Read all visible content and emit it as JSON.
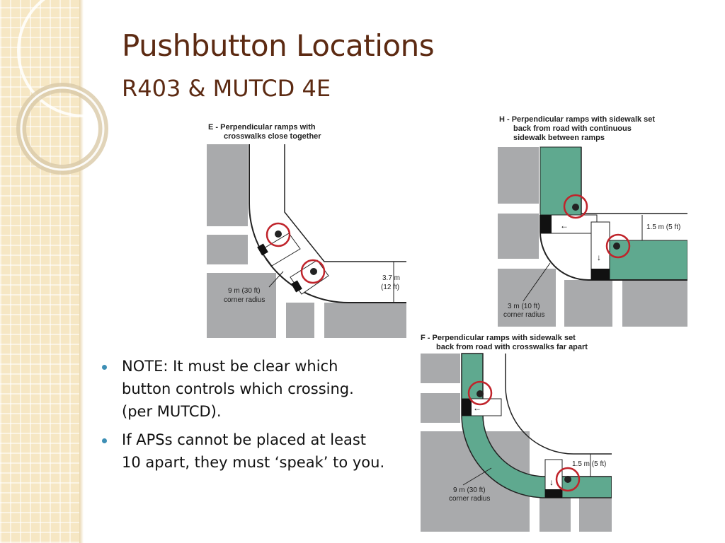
{
  "slide": {
    "title": "Pushbutton Locations",
    "subtitle": "R403 & MUTCD 4E"
  },
  "notes": [
    "NOTE:  It must be clear which button controls which crossing.  (per MUTCD).",
    "If APSs cannot be placed at least 10 apart, they must ‘speak’ to you."
  ],
  "diagrams": {
    "e": {
      "caption_line1": "E -  Perpendicular ramps with",
      "caption_line2": "crosswalks close together",
      "radius_line1": "9 m (30 ft)",
      "radius_line2": "corner radius",
      "width_line1": "3.7 m",
      "width_line2": "(12 ft)"
    },
    "h": {
      "caption_line1": "H -  Perpendicular ramps with sidewalk set",
      "caption_line2": "back from road with continuous",
      "caption_line3": "sidewalk between ramps",
      "offset_label": "1.5 m (5 ft)",
      "radius_line1": "3 m (10 ft)",
      "radius_line2": "corner radius"
    },
    "f": {
      "caption_line1": "F -  Perpendicular ramps with sidewalk set",
      "caption_line2": "back from road with crosswalks far apart",
      "offset_label": "1.5 m (5 ft)",
      "radius_line1": "9 m (30 ft)",
      "radius_line2": "corner radius"
    }
  },
  "colors": {
    "title": "#5c2a12",
    "bullet": "#3d8fb5",
    "highlight_circle": "#c0242b",
    "sidewalk_green": "#5fa98f",
    "block_gray": "#a9aaac",
    "side_band": "#f6e7c4"
  }
}
